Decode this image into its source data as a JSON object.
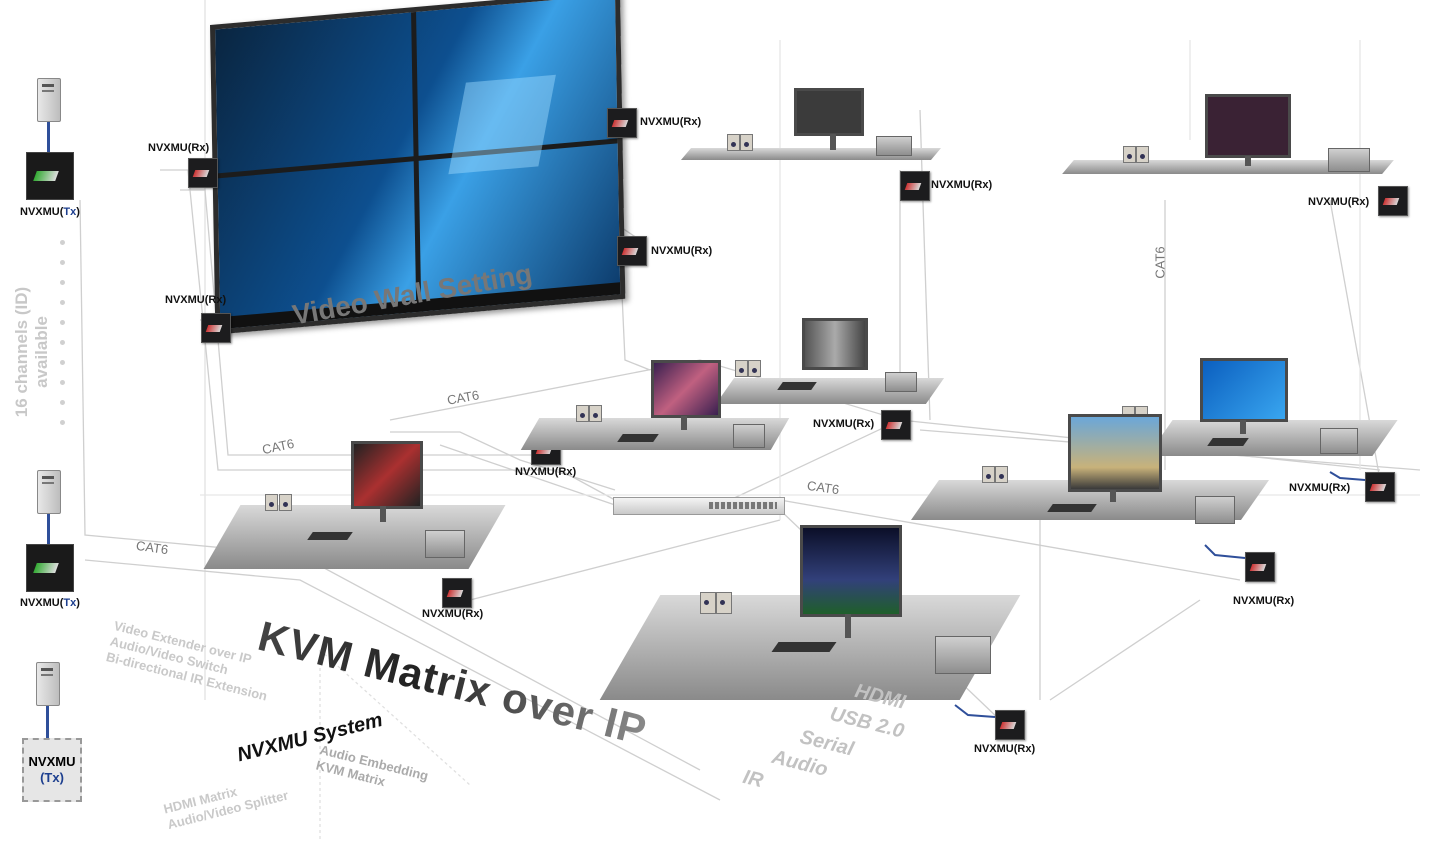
{
  "tx": {
    "label_prefix": "NVXMU(",
    "label_tx": "Tx",
    "label_suffix": ")",
    "dashed_line1": "NVXMU",
    "dashed_line2": "(Tx)"
  },
  "rx_label": "NVXMU(Rx)",
  "channels": {
    "line1": "16 channels (ID)",
    "line2": "available"
  },
  "cable_label": "CAT6",
  "video_wall": "Video Wall Setting",
  "headline": "KVM Matrix over IP",
  "system": "NVXMU System",
  "features_upper": [
    "Video Extender over IP",
    "Audio/Video Switch",
    "Bi-directional IR Extension"
  ],
  "features_lower_left": [
    "HDMI Matrix",
    "Audio/Video Splitter"
  ],
  "features_lower_right": [
    "Audio Embedding",
    "KVM Matrix"
  ],
  "signals": [
    "HDMI",
    "USB 2.0",
    "Serial",
    "Audio",
    "IR"
  ],
  "colors": {
    "accent_blue": "#1d3f8f",
    "cable": "#cfcfcf",
    "link": "#2f4f9a"
  },
  "icons": [
    "pc-tower-icon",
    "transmitter-icon",
    "receiver-icon",
    "monitor-icon",
    "speaker-icon",
    "printer-icon",
    "keyboard-icon",
    "network-switch-icon"
  ]
}
